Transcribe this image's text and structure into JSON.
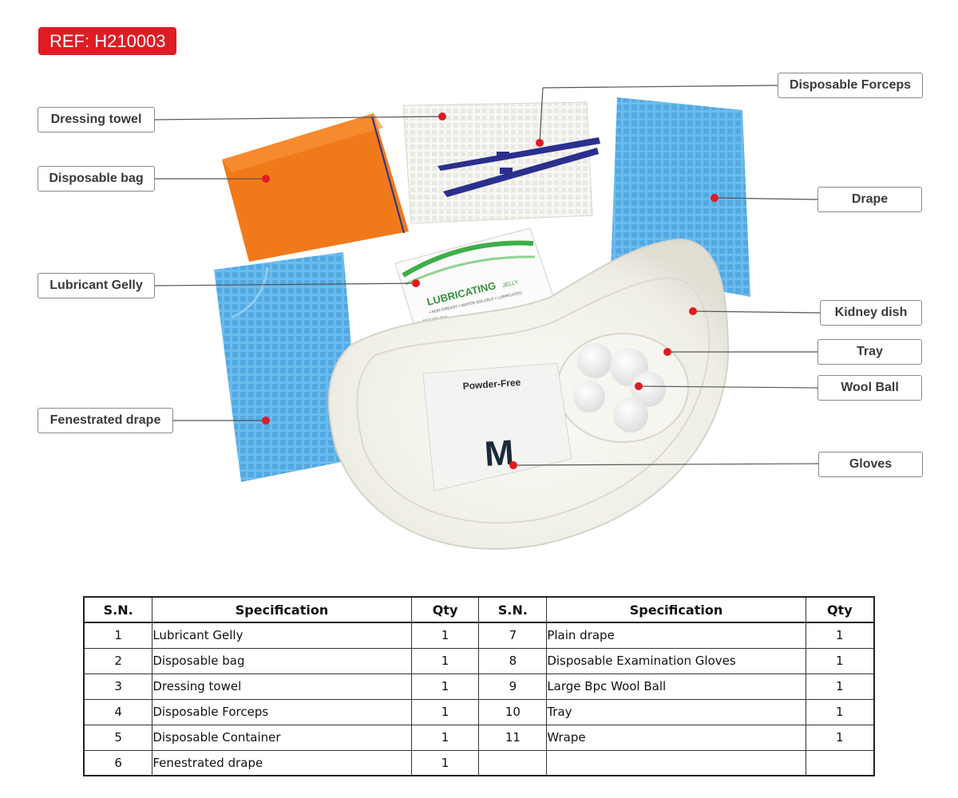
{
  "ref": "REF: H210003",
  "callouts": {
    "dressing_towel": "Dressing towel",
    "disposable_bag": "Disposable bag",
    "lubricant_gelly": "Lubricant Gelly",
    "fenestrated_drape": "Fenestrated drape",
    "disposable_forceps": "Disposable Forceps",
    "drape": "Drape",
    "kidney_dish": "Kidney dish",
    "tray": "Tray",
    "wool_ball": "Wool Ball",
    "gloves": "Gloves"
  },
  "product_text": {
    "sachet_brand": "LUBRICATING",
    "sachet_sub": "JELLY",
    "sachet_tags": "• NON GREASY • WATER SOLUBLE • LUBRICATED",
    "sachet_net": "NET VOL 5ml",
    "glove_pack": "Powder-Free",
    "glove_size": "M"
  },
  "colors": {
    "badge": "#e01b24",
    "marker": "#e01b24",
    "bag": "#f07a1a",
    "drape": "#5eb3ea",
    "forceps": "#2b2f8e",
    "sachet_green": "#3fae49"
  },
  "table": {
    "headers": [
      "S.N.",
      "Specification",
      "Qty",
      "S.N.",
      "Specification",
      "Qty"
    ],
    "rows": [
      [
        "1",
        "Lubricant Gelly",
        "1",
        "7",
        "Plain drape",
        "1"
      ],
      [
        "2",
        "Disposable bag",
        "1",
        "8",
        "Disposable Examination Gloves",
        "1"
      ],
      [
        "3",
        "Dressing towel",
        "1",
        "9",
        "Large Bpc Wool Ball",
        "1"
      ],
      [
        "4",
        "Disposable Forceps",
        "1",
        "10",
        "Tray",
        "1"
      ],
      [
        "5",
        "Disposable Container",
        "1",
        "11",
        "Wrape",
        "1"
      ],
      [
        "6",
        "Fenestrated drape",
        "1",
        "",
        "",
        ""
      ]
    ]
  }
}
